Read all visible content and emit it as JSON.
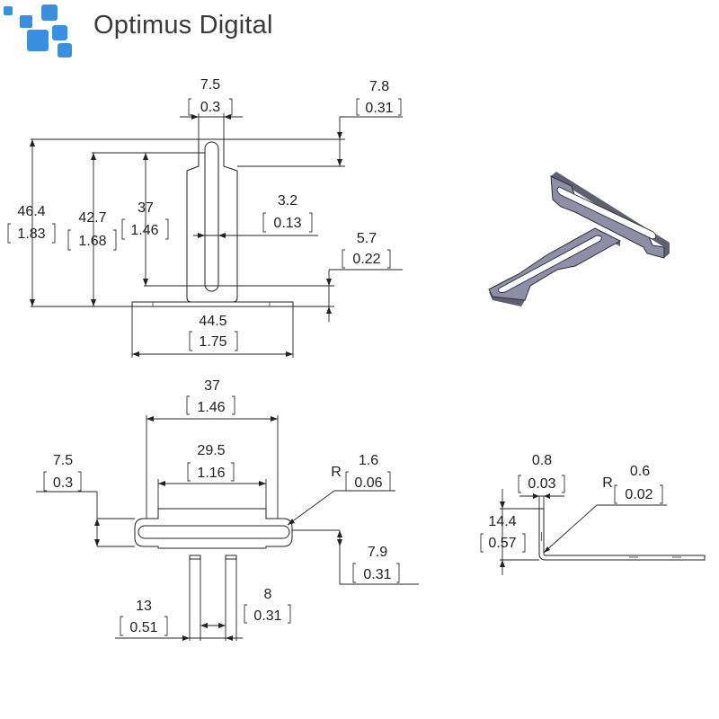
{
  "brand": {
    "name": "Optimus Digital",
    "logo_color": "#3a8fe0",
    "text_color": "#3a3a3a"
  },
  "front_view": {
    "slot_width": {
      "mm": "7.5",
      "in": "0.3"
    },
    "tab_height": {
      "mm": "7.8",
      "in": "0.31"
    },
    "overall_height": {
      "mm": "46.4",
      "in": "1.83"
    },
    "height_to_tab": {
      "mm": "42.7",
      "in": "1.68"
    },
    "slot_length": {
      "mm": "37",
      "in": "1.46"
    },
    "slot_inner_width": {
      "mm": "3.2",
      "in": "0.13"
    },
    "base_offset": {
      "mm": "5.7",
      "in": "0.22"
    },
    "base_width": {
      "mm": "44.5",
      "in": "1.75"
    }
  },
  "top_view": {
    "overall_length": {
      "mm": "37",
      "in": "1.46"
    },
    "slot_length": {
      "mm": "29.5",
      "in": "1.16"
    },
    "width": {
      "mm": "7.5",
      "in": "0.3"
    },
    "radius": {
      "prefix": "R",
      "mm": "1.6",
      "in": "0.06"
    },
    "tab_offset": {
      "mm": "7.9",
      "in": "0.31"
    },
    "hole_span": {
      "mm": "13",
      "in": "0.51"
    },
    "hole_gap": {
      "mm": "8",
      "in": "0.31"
    }
  },
  "side_view": {
    "thickness": {
      "mm": "0.8",
      "in": "0.03"
    },
    "bend_radius": {
      "prefix": "R",
      "mm": "0.6",
      "in": "0.02"
    },
    "height": {
      "mm": "14.4",
      "in": "0.57"
    }
  },
  "colors": {
    "metal_top": "#8e8ea6",
    "metal_side": "#5f5f72",
    "line": "#222222"
  }
}
